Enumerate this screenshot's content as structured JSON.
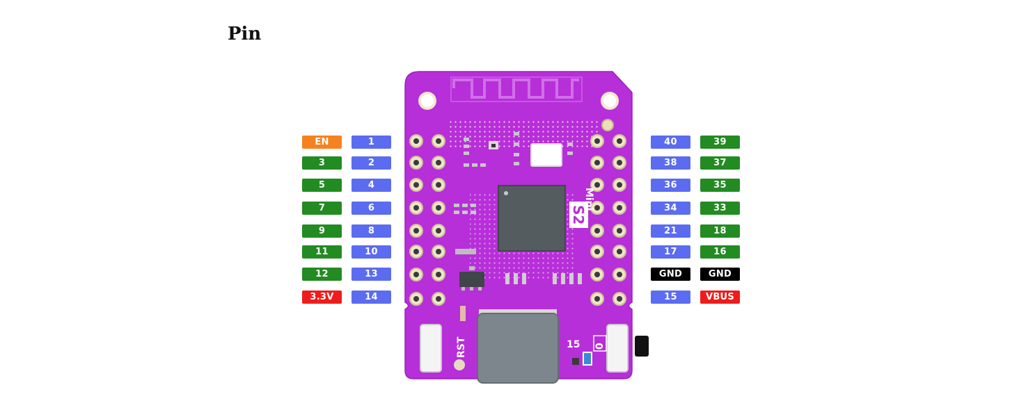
{
  "title": "Pin",
  "colors": {
    "EN": "#f58220",
    "gpio_outer": "#228b22",
    "gpio_inner": "#5b6cf0",
    "ground": "#000000",
    "power": "#ee1c1c",
    "board": "#b72fd8"
  },
  "pins": {
    "left_outer": [
      "EN",
      "3",
      "5",
      "7",
      "9",
      "11",
      "12",
      "3.3V"
    ],
    "left_inner": [
      "1",
      "2",
      "4",
      "6",
      "8",
      "10",
      "13",
      "14"
    ],
    "right_inner": [
      "40",
      "38",
      "36",
      "34",
      "21",
      "17",
      "GND",
      "15"
    ],
    "right_outer": [
      "39",
      "37",
      "35",
      "33",
      "18",
      "16",
      "GND",
      "VBUS"
    ]
  },
  "board": {
    "model": "S2",
    "model_suffix": "Mini",
    "label_rst": "RST",
    "label_15": "15",
    "label_0": "0"
  }
}
